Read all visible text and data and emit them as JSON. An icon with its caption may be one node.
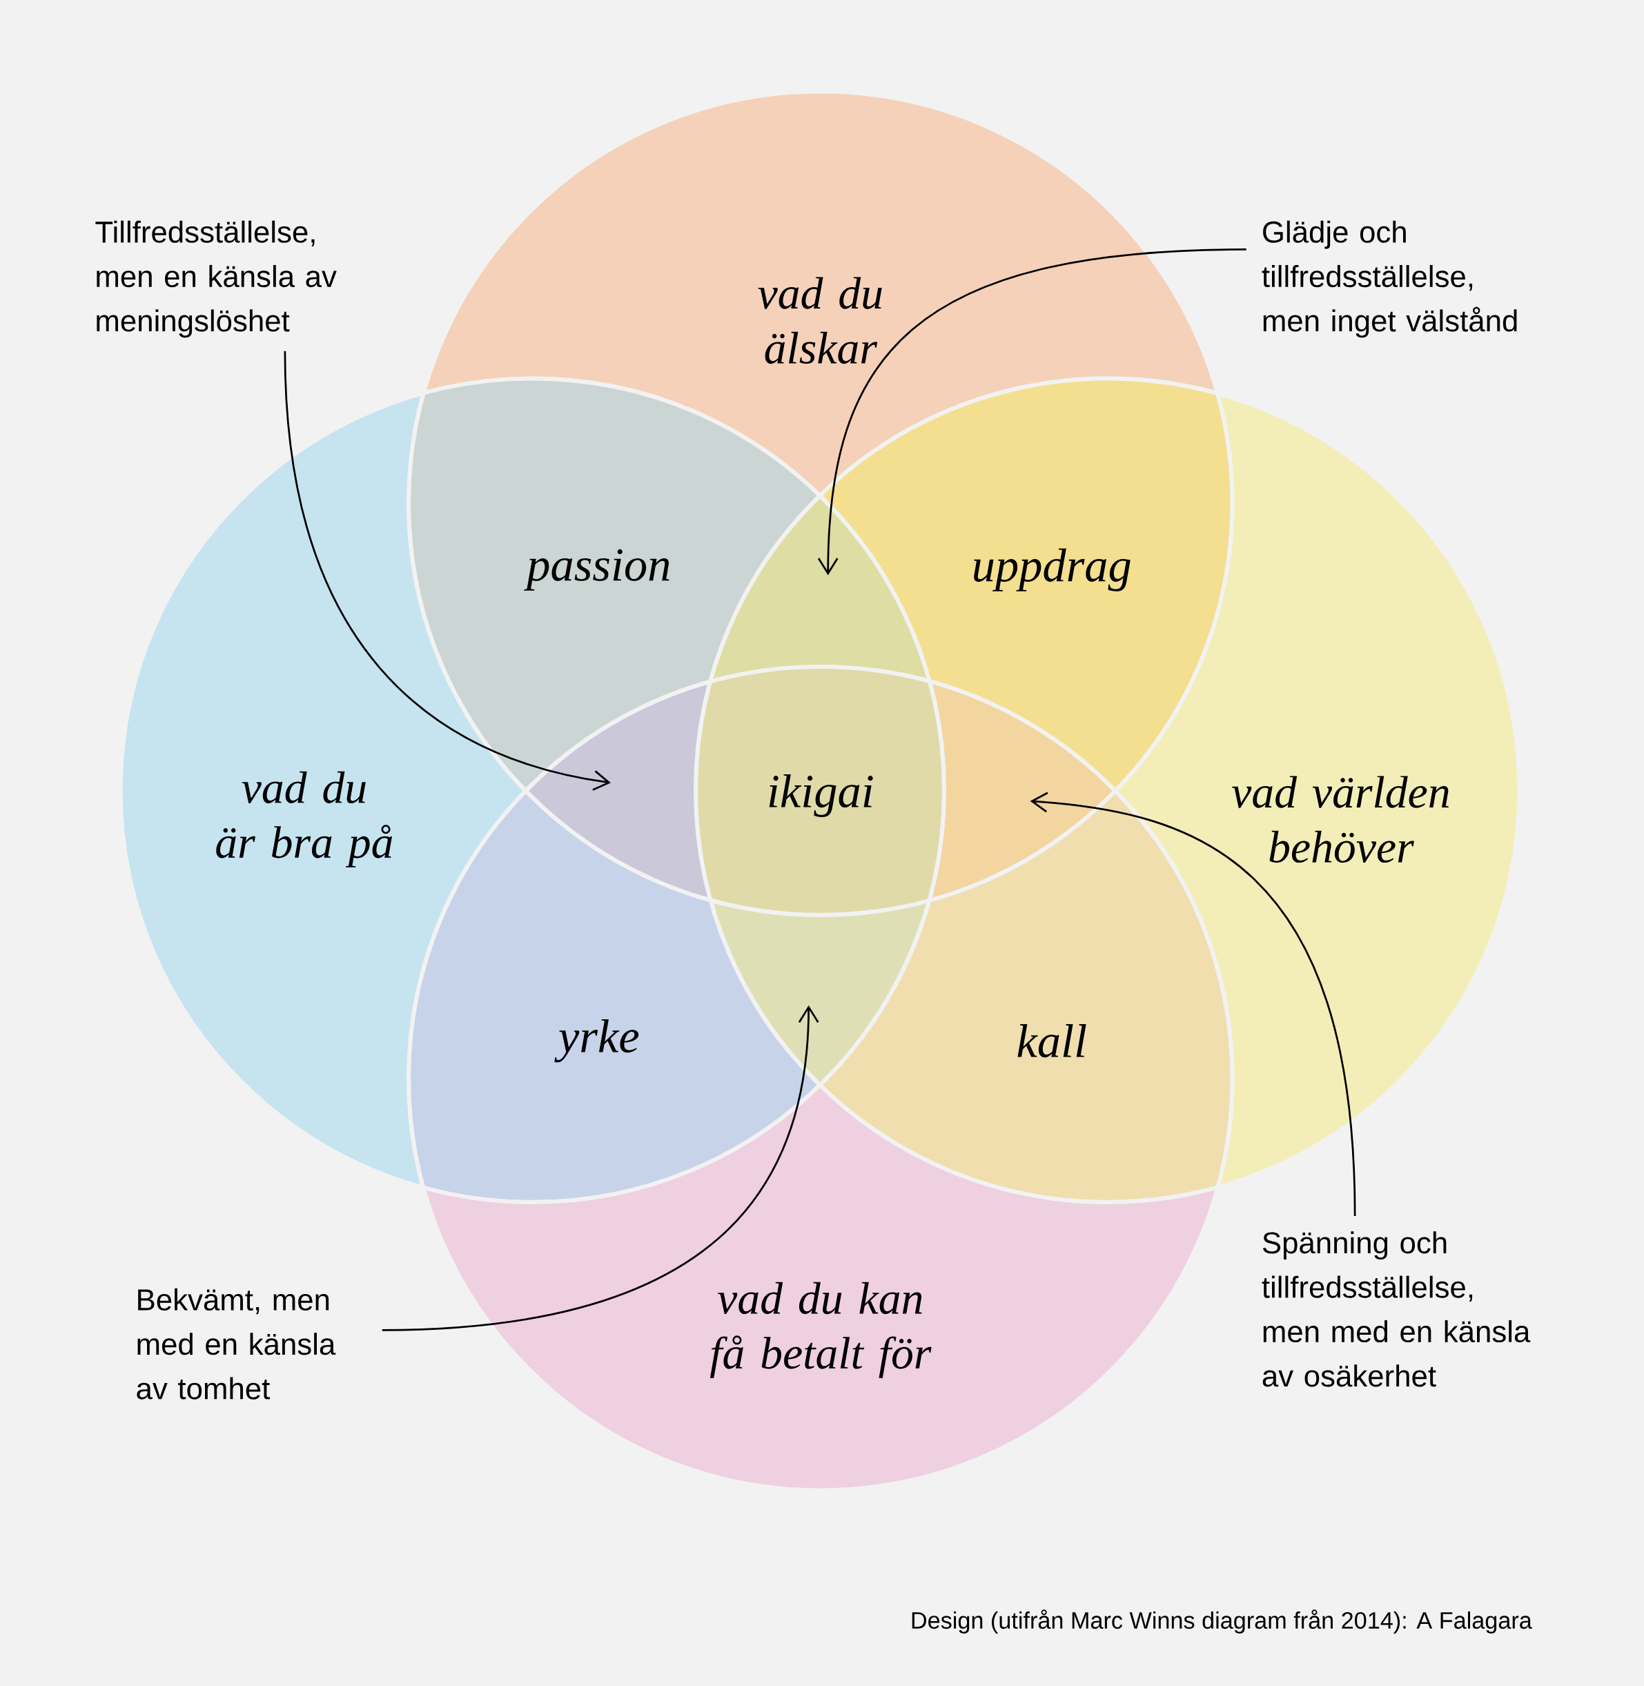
{
  "diagram": {
    "nodes": [
      {
        "text": [
          "vad du älskar"
        ]
      },
      {
        "text": [
          "vad du är bra på"
        ]
      },
      {
        "text": [
          "vad världen behöver"
        ]
      },
      {
        "text": [
          "vad du kan få betalt för"
        ]
      },
      {
        "text": [
          "Tillfredsställelse, men en känsla av meningslöshet"
        ]
      },
      {
        "text": [
          "Glädje och tillfredsställelse, men inget välstånd"
        ]
      },
      {
        "text": [
          "Bekvämt, men med en känsla av tomhet"
        ]
      },
      {
        "text": [
          "Spänning och tillfredsställelse, men med en känsla av osäkerhet"
        ]
      }
    ],
    "edges": [
      {
        "from": 4,
        "to": null,
        "arrow": "to"
      },
      {
        "from": 5,
        "to": null,
        "arrow": "to"
      },
      {
        "from": 7,
        "to": null,
        "arrow": "to"
      },
      {
        "from": 6,
        "to": null,
        "arrow": "to"
      }
    ],
    "labels": [
      "passion",
      "uppdrag",
      "ikigai",
      "yrke",
      "kall"
    ],
    "caption": "Design (utifrån Marc Winns diagram från 2014): A Falagara"
  }
}
